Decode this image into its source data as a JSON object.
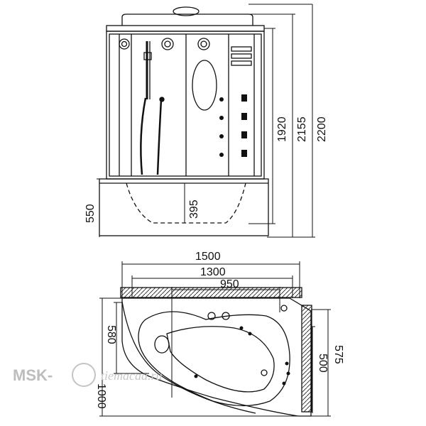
{
  "elevation_view": {
    "height_total": "2200",
    "height_cabin": "2155",
    "height_panel": "1920",
    "height_tray": "550",
    "depth_bath": "395"
  },
  "plan_view": {
    "width_total": "1500",
    "width_inner": "1300",
    "width_door": "950",
    "depth_total": "1000",
    "depth_inner": "580",
    "depth_side_outer": "575",
    "depth_side_inner": "500"
  },
  "watermark": {
    "brand": "MSK-",
    "site": "tiemacaa.ru"
  }
}
